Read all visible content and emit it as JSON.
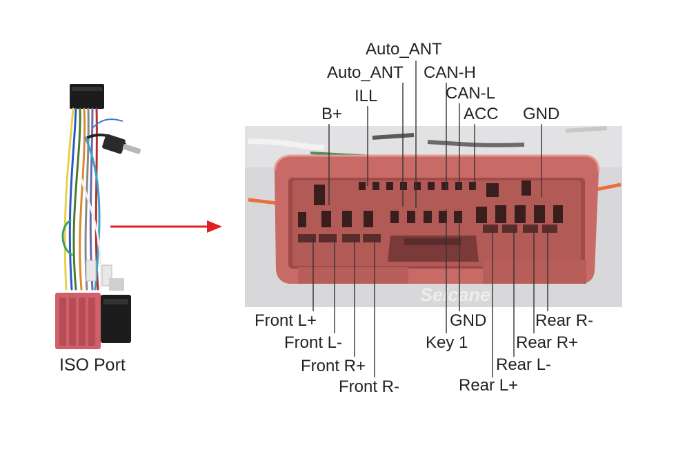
{
  "iso_port": {
    "caption": "ISO Port"
  },
  "watermark": "Seicane",
  "colors": {
    "housing": "#c86a66",
    "housing_dark": "#9f4a48",
    "cavity": "#7b3a3a",
    "arrow": "#e02020",
    "leader": "#333333",
    "photo_bg": "#d8d8da"
  },
  "pins": {
    "top": [
      {
        "id": "b-plus",
        "label": "B+"
      },
      {
        "id": "ill",
        "label": "ILL"
      },
      {
        "id": "auto-ant-1",
        "label": "Auto_ANT"
      },
      {
        "id": "auto-ant-2",
        "label": "Auto_ANT"
      },
      {
        "id": "can-h",
        "label": "CAN-H"
      },
      {
        "id": "can-l",
        "label": "CAN-L"
      },
      {
        "id": "acc",
        "label": "ACC"
      },
      {
        "id": "gnd-top",
        "label": "GND"
      }
    ],
    "bottom": [
      {
        "id": "front-l-plus",
        "label": "Front L+"
      },
      {
        "id": "front-l-minus",
        "label": "Front L-"
      },
      {
        "id": "front-r-plus",
        "label": "Front R+"
      },
      {
        "id": "front-r-minus",
        "label": "Front R-"
      },
      {
        "id": "gnd-bottom",
        "label": "GND"
      },
      {
        "id": "key-1",
        "label": "Key 1"
      },
      {
        "id": "rear-l-plus",
        "label": "Rear L+"
      },
      {
        "id": "rear-l-minus",
        "label": "Rear L-"
      },
      {
        "id": "rear-r-plus",
        "label": "Rear R+"
      },
      {
        "id": "rear-r-minus",
        "label": "Rear R-"
      }
    ]
  }
}
